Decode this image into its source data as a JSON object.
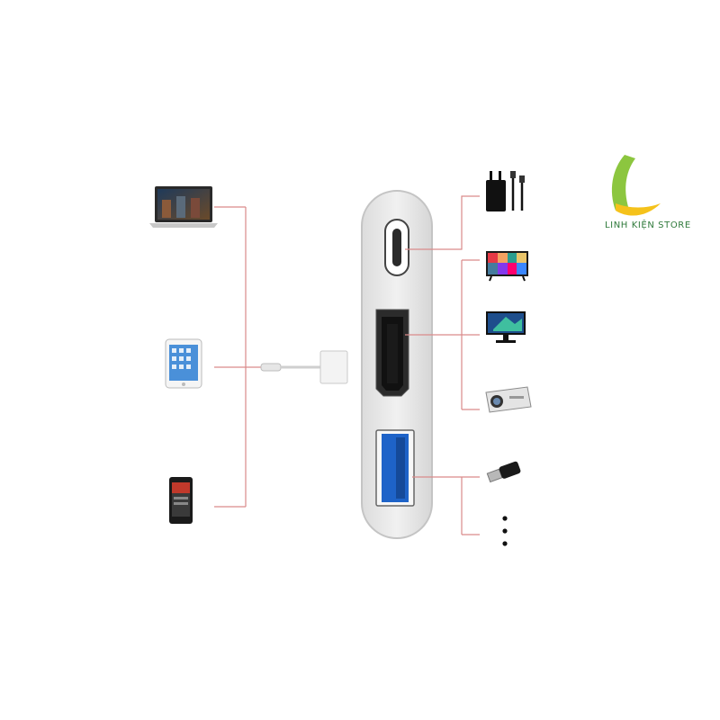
{
  "brand": {
    "name": "LINH KIỆN STORE",
    "colors": {
      "green": "#8cc63f",
      "yellow": "#f5c21b",
      "text": "#2f7a3b"
    }
  },
  "connector_line_color": "#d98a8a",
  "source_devices": [
    {
      "name": "laptop-icon"
    },
    {
      "name": "tablet-icon"
    },
    {
      "name": "smartphone-icon"
    }
  ],
  "adapter_ports": [
    {
      "name": "usb-c-port"
    },
    {
      "name": "hdmi-port"
    },
    {
      "name": "usb-a-port"
    }
  ],
  "target_devices": [
    {
      "name": "power-charger-icon",
      "port": "usb-c-port"
    },
    {
      "name": "tv-icon",
      "port": "hdmi-port"
    },
    {
      "name": "monitor-icon",
      "port": "hdmi-port"
    },
    {
      "name": "projector-icon",
      "port": "hdmi-port"
    },
    {
      "name": "usb-flash-drive-icon",
      "port": "usb-a-port"
    },
    {
      "name": "more-devices-icon",
      "port": "usb-a-port"
    }
  ]
}
